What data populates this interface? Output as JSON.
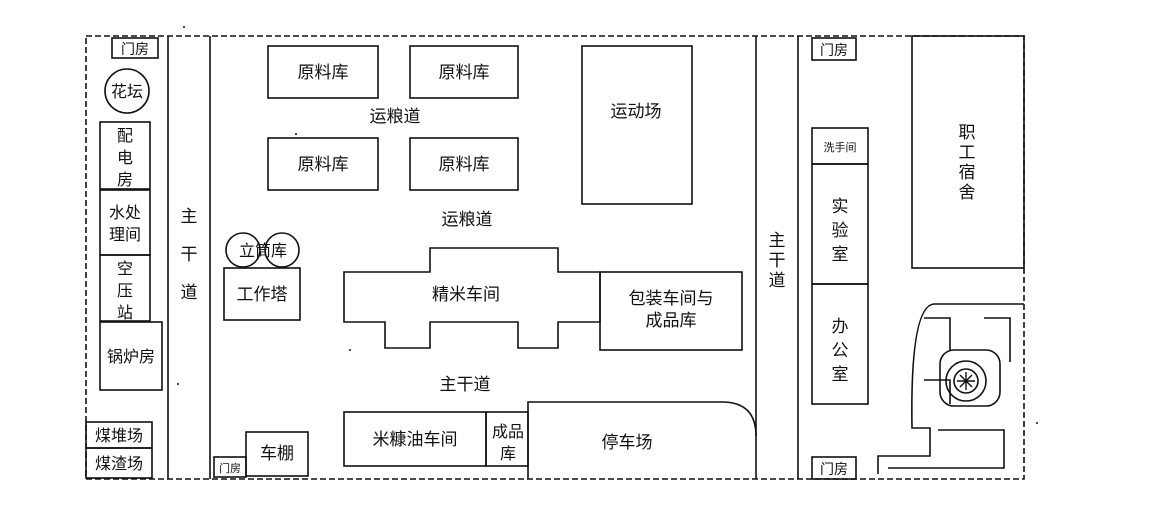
{
  "labels": {
    "gate_top_left": "门房",
    "gate_top_right": "门房",
    "gate_bottom_left": "门房",
    "gate_bottom_right": "门房",
    "flower_bed": "花坛",
    "power_room": "配电房",
    "water_treatment": "水处理间",
    "air_compressor": "空压站",
    "boiler_room": "锅炉房",
    "coal_yard": "煤堆场",
    "slag_yard": "煤渣场",
    "main_road_left": "主干道",
    "main_road_right": "主干道",
    "main_road_center": "主干道",
    "raw_store_1": "原料库",
    "raw_store_2": "原料库",
    "raw_store_3": "原料库",
    "raw_store_4": "原料库",
    "grain_road_1": "运粮道",
    "grain_road_2": "运粮道",
    "playground": "运动场",
    "silo": "立筒库",
    "work_tower": "工作塔",
    "polishing_workshop": "精米车间",
    "packaging_workshop": "包装车间与成品库",
    "bran_oil_workshop": "米糠油车间",
    "product_store_small": "成品库",
    "parking": "停车场",
    "bike_shed": "车棚",
    "washroom": "洗手间",
    "laboratory": "实验室",
    "office": "办公室",
    "dormitory": "职工宿舍"
  },
  "colors": {
    "line": "#111111",
    "background": "#ffffff"
  }
}
